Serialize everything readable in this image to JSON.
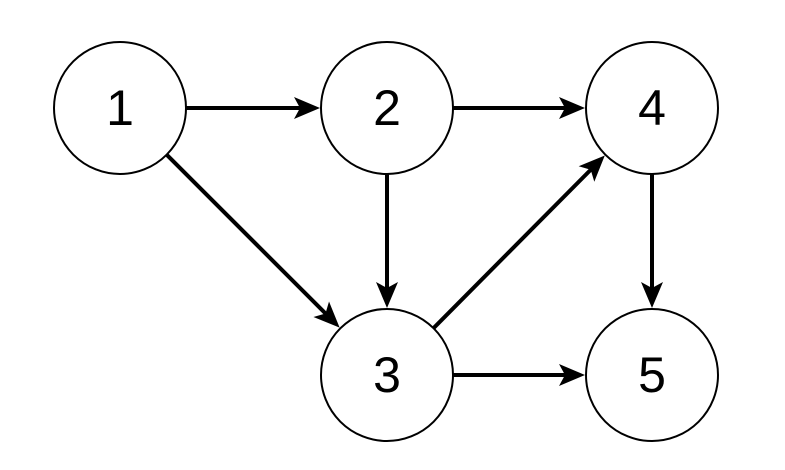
{
  "graph": {
    "nodes": [
      {
        "id": "1",
        "label": "1"
      },
      {
        "id": "2",
        "label": "2"
      },
      {
        "id": "3",
        "label": "3"
      },
      {
        "id": "4",
        "label": "4"
      },
      {
        "id": "5",
        "label": "5"
      }
    ],
    "edges": [
      {
        "from": "1",
        "to": "2"
      },
      {
        "from": "1",
        "to": "3"
      },
      {
        "from": "2",
        "to": "4"
      },
      {
        "from": "2",
        "to": "3"
      },
      {
        "from": "3",
        "to": "4"
      },
      {
        "from": "3",
        "to": "5"
      },
      {
        "from": "4",
        "to": "5"
      }
    ],
    "colors": {
      "stroke": "#000000",
      "fill": "#ffffff",
      "background": "#ffffff"
    }
  }
}
